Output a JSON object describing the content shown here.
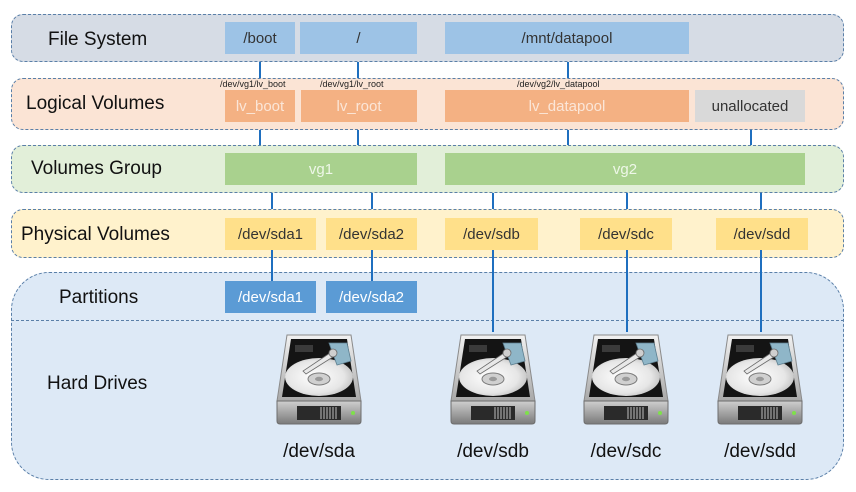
{
  "layers": {
    "file_system": {
      "label": "File System",
      "items": [
        "/boot",
        "/",
        "/mnt/datapool"
      ]
    },
    "logical_volumes": {
      "label": "Logical Volumes",
      "items": [
        {
          "name": "lv_boot",
          "path": "/dev/vg1/lv_boot"
        },
        {
          "name": "lv_root",
          "path": "/dev/vg1/lv_root"
        },
        {
          "name": "lv_datapool",
          "path": "/dev/vg2/lv_datapool"
        }
      ],
      "unallocated": "unallocated"
    },
    "volume_group": {
      "label": "Volumes Group",
      "items": [
        "vg1",
        "vg2"
      ]
    },
    "physical_volumes": {
      "label": "Physical Volumes",
      "items": [
        "/dev/sda1",
        "/dev/sda2",
        "/dev/sdb",
        "/dev/sdc",
        "/dev/sdd"
      ]
    },
    "partitions": {
      "label": "Partitions",
      "items": [
        "/dev/sda1",
        "/dev/sda2"
      ]
    },
    "hard_drives": {
      "label": "Hard Drives",
      "items": [
        "/dev/sda",
        "/dev/sdb",
        "/dev/sdc",
        "/dev/sdd"
      ]
    }
  },
  "colors": {
    "file_system": "#9dc3e6",
    "logical_volume": "#f4b183",
    "unallocated": "#d9d9d9",
    "volume_group": "#a9d18e",
    "physical_volume": "#ffe08a",
    "partition": "#5b9bd5",
    "connector": "#1f6fbf"
  }
}
